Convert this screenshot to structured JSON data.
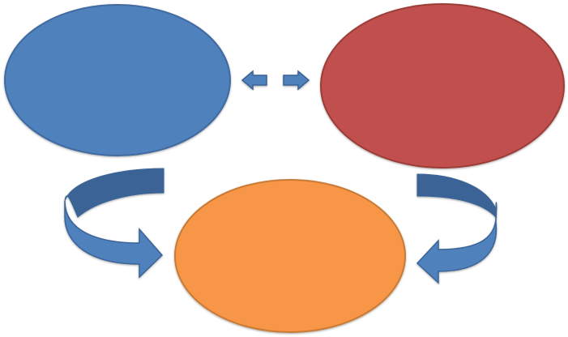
{
  "diagram": {
    "nodes": [
      {
        "id": "left",
        "color": "#4f81bd",
        "stroke": "#3f6aa0",
        "label": ""
      },
      {
        "id": "right",
        "color": "#c0504d",
        "stroke": "#9c3c39",
        "label": ""
      },
      {
        "id": "bottom",
        "color": "#f79646",
        "stroke": "#c97a36",
        "label": ""
      }
    ],
    "arrow_color": "#4f81bd",
    "arrow_dark": "#3a6396",
    "connections": [
      {
        "from": "left",
        "to": "right",
        "style": "bidirectional-block-arrows"
      },
      {
        "from": "left",
        "to": "bottom",
        "style": "curved-arrow"
      },
      {
        "from": "right",
        "to": "bottom",
        "style": "curved-arrow"
      }
    ]
  }
}
